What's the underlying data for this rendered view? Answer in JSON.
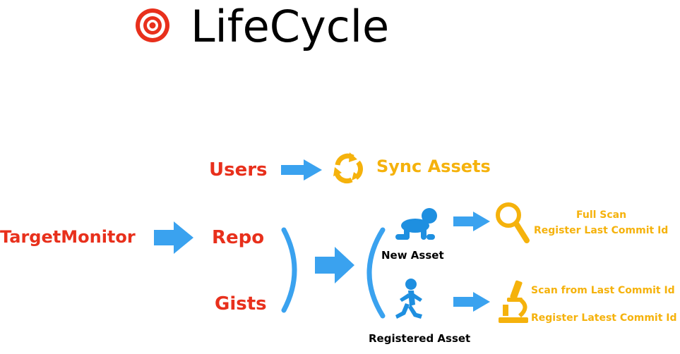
{
  "title": "LifeCycle",
  "nodes": {
    "target_monitor": "TargetMonitor",
    "users": "Users",
    "repo": "Repo",
    "gists": "Gists",
    "sync_assets": "Sync Assets",
    "new_asset": "New Asset",
    "registered_asset": "Registered Asset"
  },
  "actions": {
    "new_asset": [
      "Full Scan",
      "Register Last Commit Id"
    ],
    "registered_asset": [
      "Scan from Last Commit Id",
      "Register Latest Commit Id"
    ]
  },
  "icons": {
    "logo": "target-icon",
    "sync": "sync-icon",
    "new_asset": "crawling-baby-icon",
    "registered_asset": "running-child-icon",
    "full_scan": "magnifier-icon",
    "incremental_scan": "microscope-icon"
  },
  "colors": {
    "source": "#e8301c",
    "action": "#f5b20c",
    "arrow": "#3aa2ef",
    "asset_label": "#000000"
  }
}
